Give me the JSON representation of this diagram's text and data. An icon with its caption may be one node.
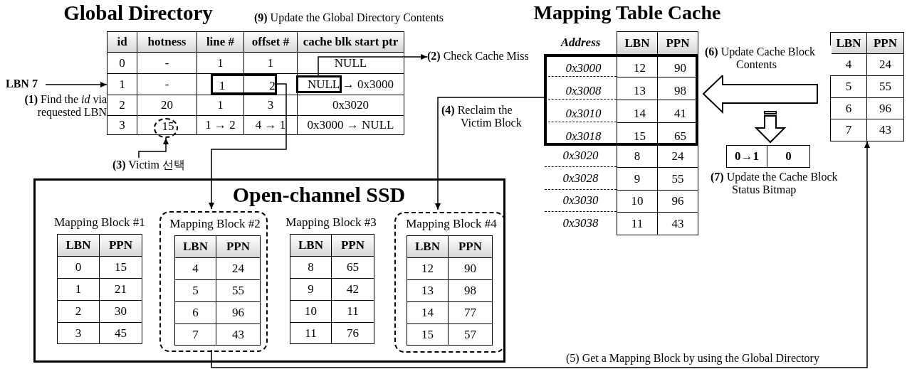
{
  "diagram": {
    "nodes": [
      {
        "text": [
          "LBN 7"
        ],
        "beside": [
          "**(1)** Find the *id* via requested LBN"
        ]
      },
      {
        "text": [
          "id",
          "hotness",
          "line #",
          "offset #",
          "cache blk start ptr",
          "0",
          "-",
          "1",
          "1",
          "NULL",
          "1",
          "-",
          "NULL → 0x3000",
          "2",
          "20",
          "1",
          "3",
          "0x3020",
          "3",
          "1 → 2",
          "4 → 1",
          "0x3000 → NULL"
        ]
      },
      {
        "text": [
          "1",
          "2"
        ],
        "in": 1
      },
      {
        "text": [],
        "shape": "box",
        "in": 1
      },
      {
        "text": [
          "15"
        ],
        "in": 1
      },
      {
        "text": [
          "**(2)** Check Cache Miss"
        ]
      },
      {
        "text": [
          "**(3)** Victim 선택"
        ]
      },
      {
        "text": [
          "Open-channel SSD"
        ]
      },
      {
        "text": [
          "Mapping Block #1",
          "LBN",
          "PPN",
          "0",
          "15",
          "1",
          "21",
          "2",
          "30",
          "3",
          "45"
        ],
        "in": 7
      },
      {
        "text": [
          "Mapping Block #2",
          "LBN",
          "PPN",
          "4",
          "24",
          "5",
          "55",
          "6",
          "96",
          "7",
          "43"
        ],
        "in": 7
      },
      {
        "text": [
          "Mapping Block #3",
          "LBN",
          "PPN",
          "8",
          "65",
          "9",
          "42",
          "10",
          "11",
          "11",
          "76"
        ],
        "in": 7
      },
      {
        "text": [
          "Mapping Block #4",
          "LBN",
          "PPN",
          "12",
          "90",
          "13",
          "98",
          "14",
          "77",
          "15",
          "57"
        ],
        "in": 7
      },
      {
        "text": [
          "Address",
          "LBN",
          "PPN",
          "0x3020",
          "8",
          "24",
          "0x3028",
          "9",
          "55",
          "0x3030",
          "10",
          "96",
          "0x3038",
          "11",
          "43"
        ]
      },
      {
        "text": [
          "0x3000",
          "12",
          "90",
          "0x3008",
          "13",
          "98",
          "0x3010",
          "14",
          "41",
          "0x3018",
          "15",
          "65"
        ],
        "in": 12
      },
      {
        "text": [
          "LBN",
          "PPN",
          "4",
          "24",
          "5",
          "55",
          "6",
          "96",
          "7",
          "43"
        ]
      },
      {
        "text": [
          "0→1",
          "0"
        ],
        "beside": [
          "**(7)** Update the Cache Block Status Bitmap"
        ]
      }
    ],
    "edges": [
      {
        "from": 0,
        "to": 1,
        "arrow": "to"
      },
      {
        "from": 3,
        "to": 5,
        "arrow": "to"
      },
      {
        "from": 6,
        "to": 4,
        "arrow": "to"
      },
      {
        "from": 2,
        "to": 9,
        "arrow": "to"
      },
      {
        "from": 13,
        "to": 11,
        "arrow": "to",
        "label": "**(4)** Reclaim the Victim Block"
      },
      {
        "from": 9,
        "to": 14,
        "arrow": "to",
        "label": "(5) Get a Mapping Block by using the Global Directory"
      },
      {
        "from": 14,
        "to": 13,
        "arrow": "to",
        "style": "thick",
        "label": "**(6)** Update Cache Block Contents"
      },
      {
        "from": null,
        "to": 15,
        "arrow": "to",
        "style": "thick"
      }
    ],
    "labels": [
      "Global Directory",
      "**(9)** Update the Global Directory Contents",
      "Mapping Table Cache"
    ]
  }
}
